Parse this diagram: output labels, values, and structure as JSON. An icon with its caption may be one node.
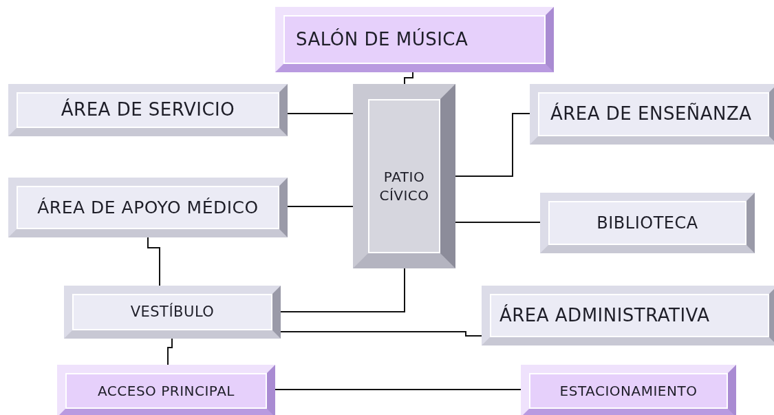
{
  "diagram": {
    "nodes": [
      {
        "text": [
          "SALÓN DE MÚSICA"
        ]
      },
      {
        "text": [
          "ÁREA DE SERVICIO"
        ]
      },
      {
        "text": [
          "PATIO CÍVICO"
        ]
      },
      {
        "text": [
          "ÁREA DE ENSEÑANZA"
        ]
      },
      {
        "text": [
          "ÁREA DE APOYO MÉDICO"
        ]
      },
      {
        "text": [
          "BIBLIOTECA"
        ]
      },
      {
        "text": [
          "VESTÍBULO"
        ]
      },
      {
        "text": [
          "ÁREA ADMINISTRATIVA"
        ]
      },
      {
        "text": [
          "ACCESO PRINCIPAL"
        ]
      },
      {
        "text": [
          "ESTACIONAMIENTO"
        ]
      }
    ],
    "edges": [
      {
        "from": 0,
        "to": 2,
        "arrow": "none"
      },
      {
        "from": 1,
        "to": 2,
        "arrow": "none"
      },
      {
        "from": 2,
        "to": 3,
        "arrow": "none"
      },
      {
        "from": 4,
        "to": 2,
        "arrow": "none"
      },
      {
        "from": 2,
        "to": 5,
        "arrow": "none"
      },
      {
        "from": 4,
        "to": 6,
        "arrow": "none"
      },
      {
        "from": 2,
        "to": 6,
        "arrow": "none"
      },
      {
        "from": 6,
        "to": 7,
        "arrow": "none"
      },
      {
        "from": 6,
        "to": 8,
        "arrow": "none"
      },
      {
        "from": 8,
        "to": 9,
        "arrow": "none"
      }
    ]
  }
}
